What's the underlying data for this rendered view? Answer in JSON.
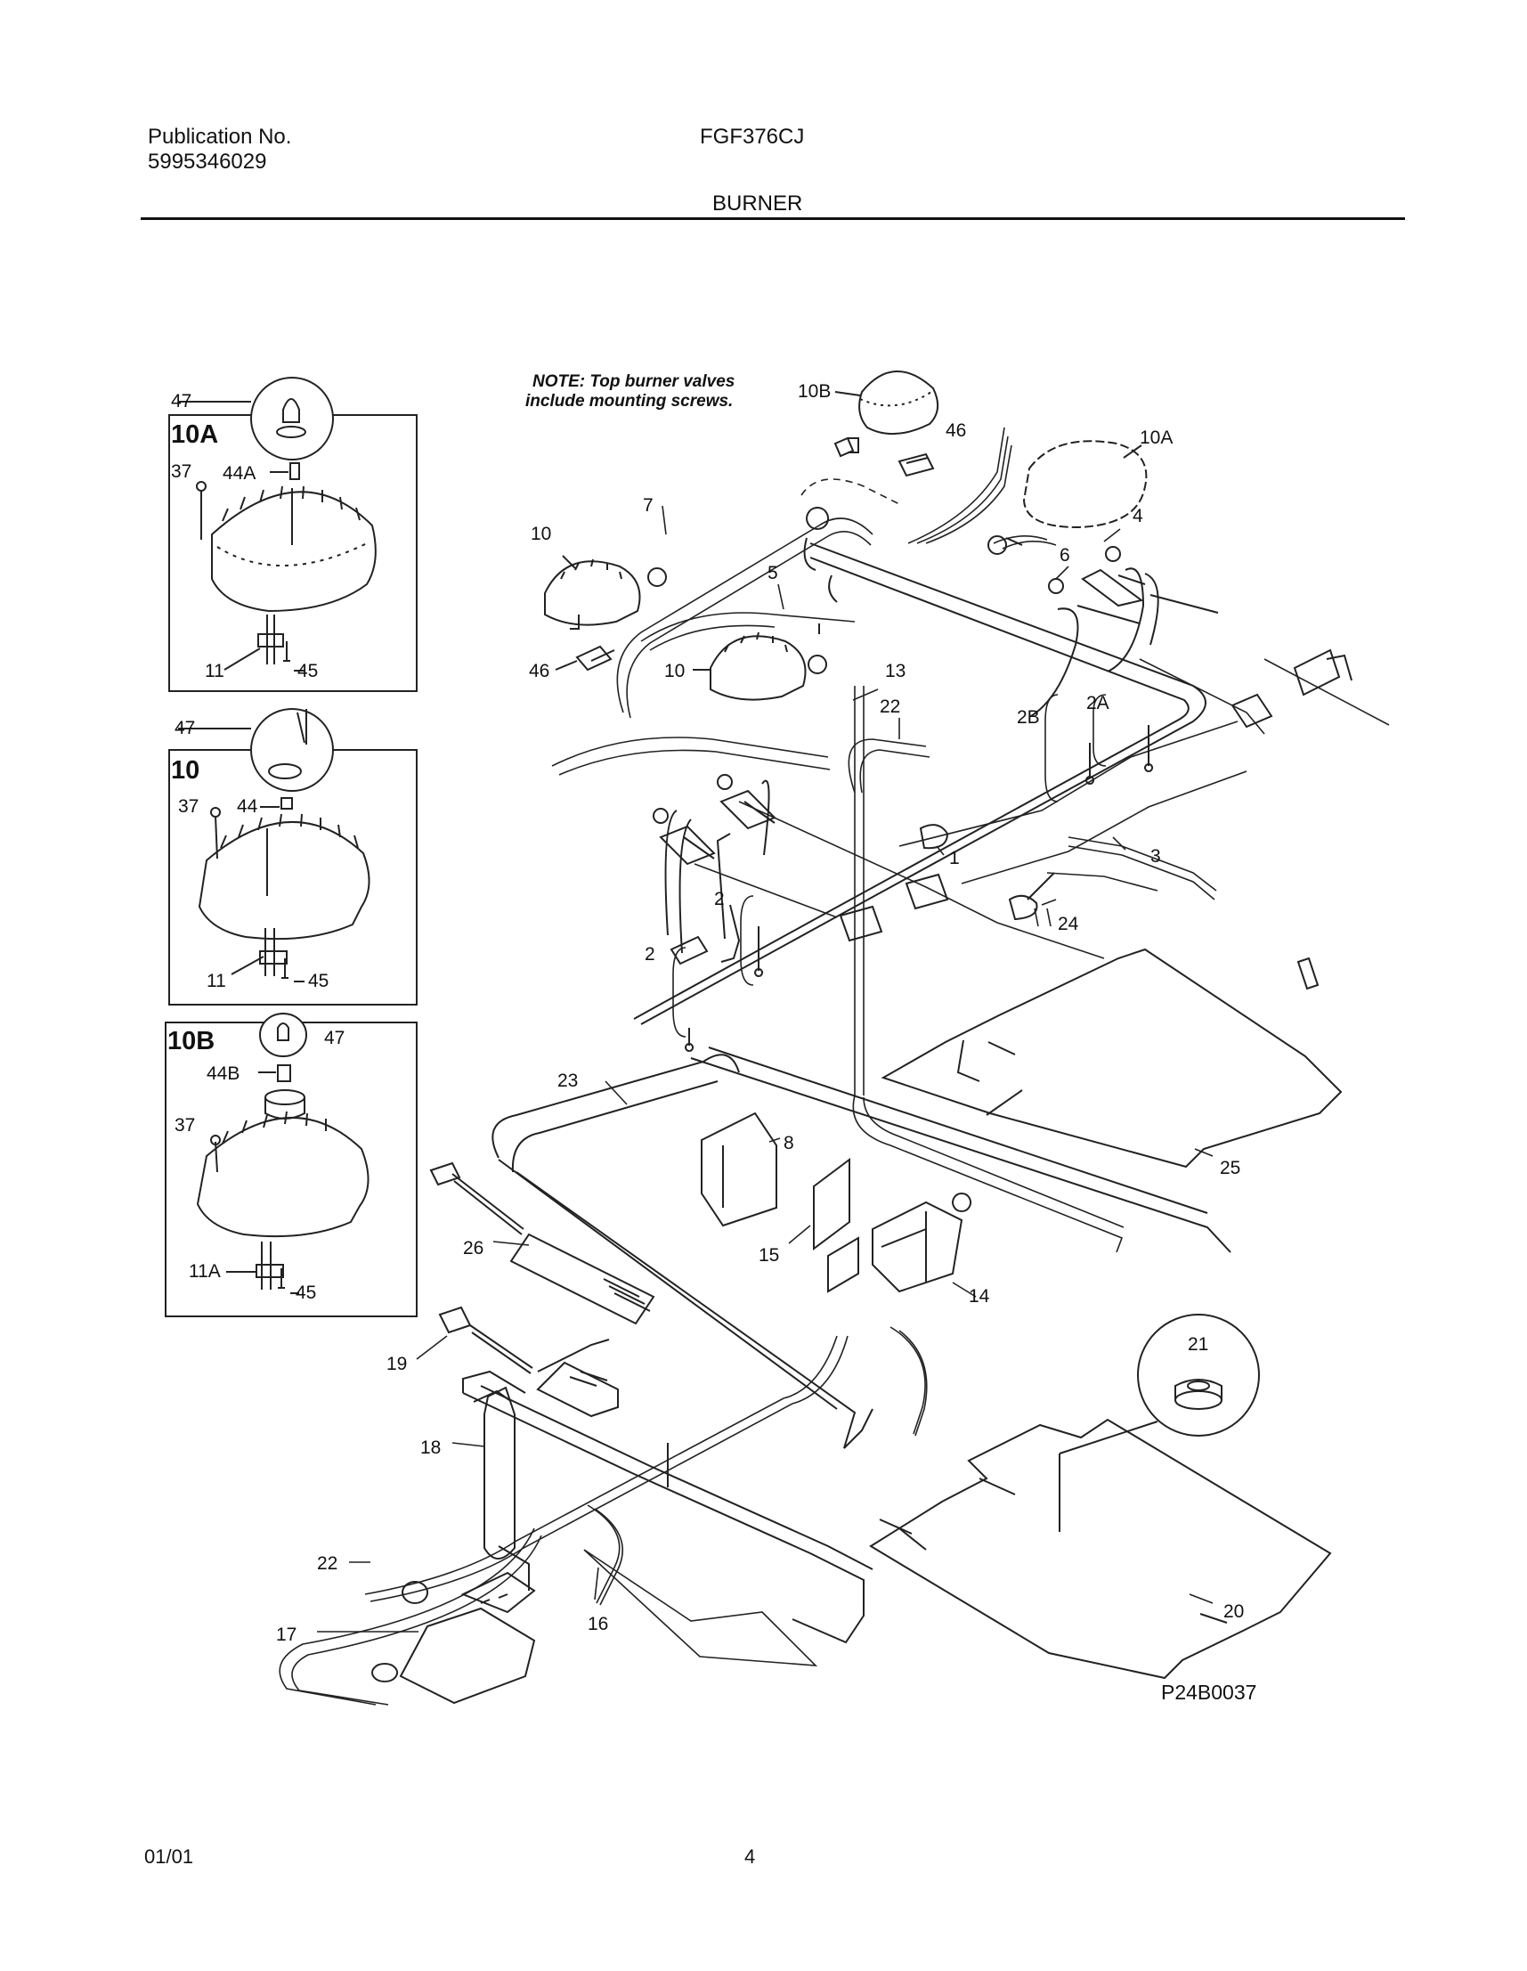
{
  "header": {
    "publication_label": "Publication No.",
    "publication_number": "5995346029",
    "model": "FGF376CJ",
    "section": "BURNER"
  },
  "note": {
    "line1": "NOTE: Top burner valves",
    "line2": "include mounting screws."
  },
  "insets": [
    {
      "title": "10A",
      "labels": [
        "47",
        "37",
        "44A",
        "11",
        "45"
      ]
    },
    {
      "title": "10",
      "labels": [
        "47",
        "37",
        "44",
        "11",
        "45"
      ]
    },
    {
      "title": "10B",
      "labels": [
        "47",
        "44B",
        "37",
        "11A",
        "45"
      ]
    }
  ],
  "callouts": [
    "10B",
    "46",
    "10A",
    "4",
    "6",
    "7",
    "10",
    "5",
    "46",
    "10",
    "13",
    "22",
    "2B",
    "2A",
    "3",
    "1",
    "2",
    "2",
    "24",
    "23",
    "8",
    "25",
    "26",
    "15",
    "14",
    "19",
    "21",
    "18",
    "22",
    "17",
    "16",
    "20"
  ],
  "diagram_code": "P24B0037",
  "footer": {
    "date": "01/01",
    "page": "4"
  }
}
